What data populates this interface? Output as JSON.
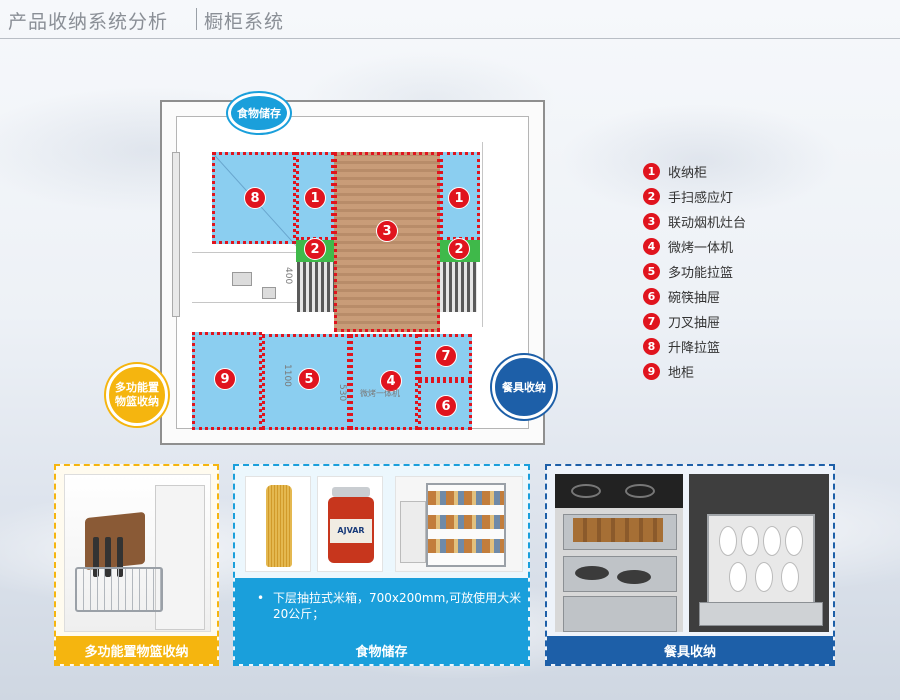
{
  "header": {
    "title": "产品收纳系统分析",
    "subtitle": "橱柜系统"
  },
  "plan": {
    "markers": {
      "m1a": "1",
      "m1b": "1",
      "m2a": "2",
      "m2b": "2",
      "m3": "3",
      "m4": "4",
      "m5": "5",
      "m6": "6",
      "m7": "7",
      "m8": "8",
      "m9": "9"
    },
    "dims": {
      "d400": "400",
      "d1100": "1100",
      "d530": "530",
      "microwave": "微烤一体机"
    }
  },
  "bubbles": {
    "food": "食物储存",
    "basket_line1": "多功能置",
    "basket_line2": "物篮收纳",
    "dish": "餐具收纳"
  },
  "legend": [
    {
      "num": "1",
      "label": "收纳柜"
    },
    {
      "num": "2",
      "label": "手扫感应灯"
    },
    {
      "num": "3",
      "label": "联动烟机灶台"
    },
    {
      "num": "4",
      "label": "微烤一体机"
    },
    {
      "num": "5",
      "label": "多功能拉篮"
    },
    {
      "num": "6",
      "label": "碗筷抽屉"
    },
    {
      "num": "7",
      "label": "刀叉抽屉"
    },
    {
      "num": "8",
      "label": "升降拉篮"
    },
    {
      "num": "9",
      "label": "地柜"
    }
  ],
  "panels": {
    "basket": {
      "caption": "多功能置物篮收纳"
    },
    "food": {
      "caption": "食物储存",
      "jar_label": "AJVAR",
      "bullet": "•",
      "text": "下层抽拉式米箱，700x200mm,可放使用大米20公斤；"
    },
    "dish": {
      "caption": "餐具收纳"
    }
  },
  "colors": {
    "marker_red": "#e0141e",
    "food_blue": "#1a9fdb",
    "basket_yellow": "#f5b50f",
    "dish_navy": "#1d5fa8"
  }
}
